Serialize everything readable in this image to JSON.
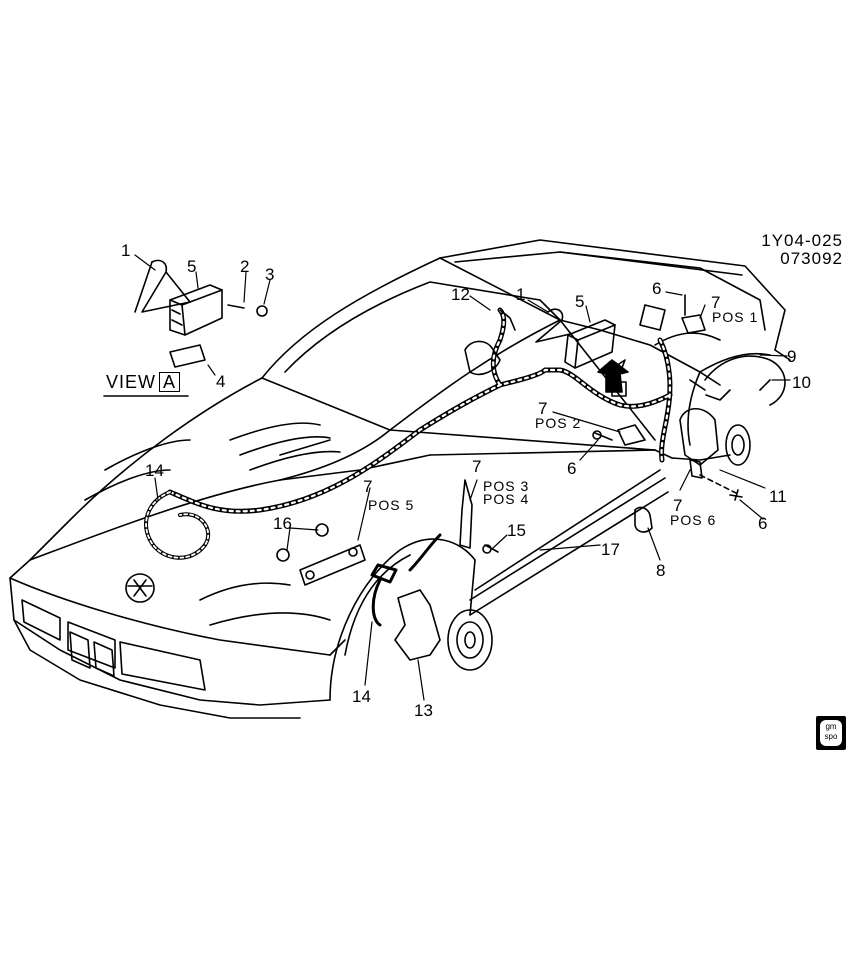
{
  "diagram": {
    "drawing_code": [
      "1Y04-025",
      "073092"
    ],
    "view_label": {
      "text": "VIEW",
      "letter": "A"
    },
    "arrow_label": "A",
    "logo": {
      "line1": "gm",
      "line2": "spo"
    },
    "callouts": [
      {
        "id": "c1a",
        "number": "1"
      },
      {
        "id": "c5a",
        "number": "5"
      },
      {
        "id": "c2",
        "number": "2"
      },
      {
        "id": "c3",
        "number": "3"
      },
      {
        "id": "c4",
        "number": "4"
      },
      {
        "id": "c12",
        "number": "12"
      },
      {
        "id": "c1b",
        "number": "1"
      },
      {
        "id": "c5b",
        "number": "5"
      },
      {
        "id": "c6a",
        "number": "6"
      },
      {
        "id": "c7a",
        "number": "7"
      },
      {
        "id": "c9",
        "number": "9"
      },
      {
        "id": "c10",
        "number": "10"
      },
      {
        "id": "c7b",
        "number": "7"
      },
      {
        "id": "c6b",
        "number": "6"
      },
      {
        "id": "c7c",
        "number": "7"
      },
      {
        "id": "c11",
        "number": "11"
      },
      {
        "id": "c7d",
        "number": "7"
      },
      {
        "id": "c6c",
        "number": "6"
      },
      {
        "id": "c14a",
        "number": "14"
      },
      {
        "id": "c7e",
        "number": "7"
      },
      {
        "id": "c16",
        "number": "16"
      },
      {
        "id": "c15",
        "number": "15"
      },
      {
        "id": "c17",
        "number": "17"
      },
      {
        "id": "c8",
        "number": "8"
      },
      {
        "id": "c14b",
        "number": "14"
      },
      {
        "id": "c13",
        "number": "13"
      }
    ],
    "positions": [
      {
        "id": "p1",
        "text": "POS 1"
      },
      {
        "id": "p2",
        "text": "POS 2"
      },
      {
        "id": "p3",
        "text": "POS 3"
      },
      {
        "id": "p4",
        "text": "POS 4"
      },
      {
        "id": "p5",
        "text": "POS 5"
      },
      {
        "id": "p6",
        "text": "POS 6"
      }
    ]
  }
}
